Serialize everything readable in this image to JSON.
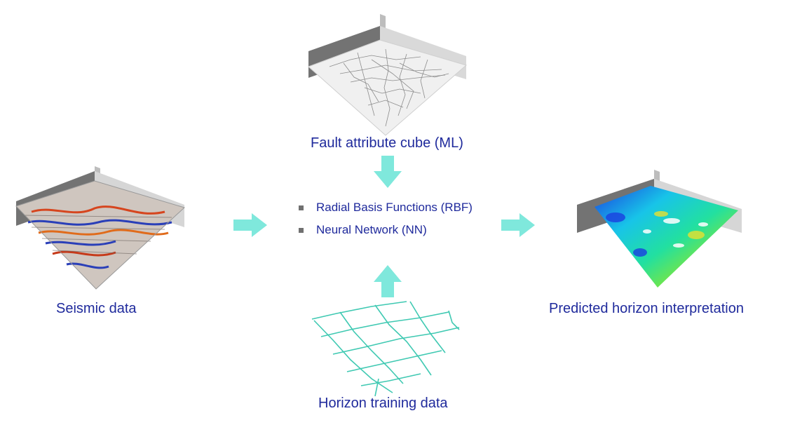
{
  "labels": {
    "seismic": "Seismic data",
    "fault": "Fault attribute cube (ML)",
    "horizon_training": "Horizon training data",
    "predicted": "Predicted horizon interpretation"
  },
  "methods": [
    "Radial Basis Functions (RBF)",
    "Neural Network (NN)"
  ],
  "colors": {
    "label_text": "#1f2a9c",
    "arrow": "#7fe8dc",
    "bullet": "#707070",
    "horizon_lines": "#3fc9b2"
  },
  "icons": {
    "seismic_cube": "seismic-volume-icon",
    "fault_cube": "fault-volume-icon",
    "horizon_grid": "horizon-grid-icon",
    "predicted_cube": "horizon-surface-icon"
  }
}
